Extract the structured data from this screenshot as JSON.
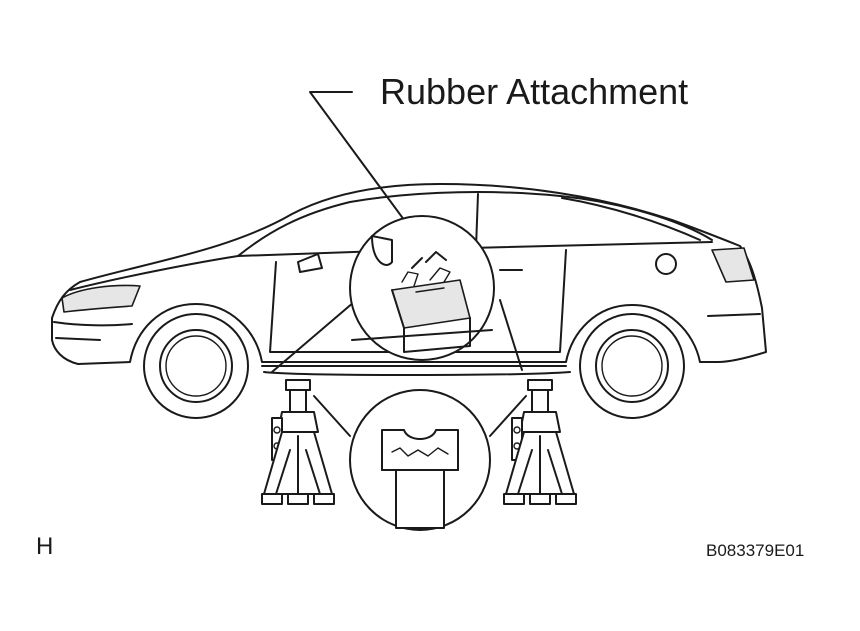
{
  "callout": {
    "label": "Rubber Attachment"
  },
  "corner_label": "H",
  "figure_id": "B083379E01",
  "colors": {
    "line": "#1a1a1a",
    "background": "#ffffff"
  }
}
